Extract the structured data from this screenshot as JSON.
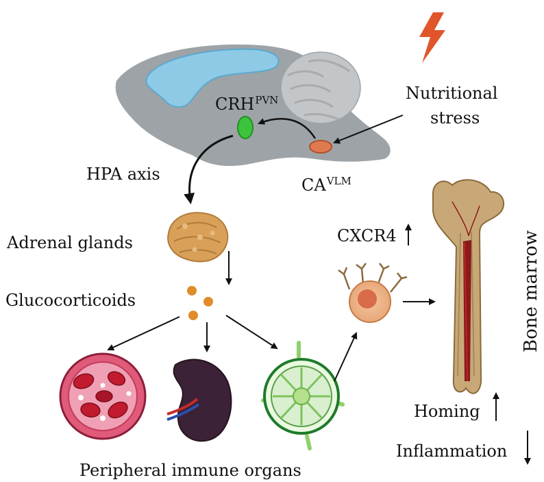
{
  "labels": {
    "crh": "CRH",
    "crh_sup": "PVN",
    "nutritional": "Nutritional",
    "stress": "stress",
    "hpa": "HPA axis",
    "ca": "CA",
    "ca_sup": "VLM",
    "adrenal": "Adrenal glands",
    "glucocorticoids": "Glucocorticoids",
    "cxcr4": "CXCR4",
    "bone_marrow": "Bone marrow",
    "homing": "Homing",
    "inflammation": "Inflammation",
    "peripheral": "Peripheral immune organs"
  },
  "icons": [
    "lightning-icon",
    "brain-illustration",
    "adrenal-gland-icon",
    "blood-vessel-icon",
    "spleen-icon",
    "lymph-node-icon",
    "immune-cell-icon",
    "femur-bone-icon"
  ],
  "colors": {
    "brain": "#9ea3a7",
    "ventricle": "#8ecae6",
    "crh_nucleus": "#3cc43c",
    "ca_nucleus": "#e07a50",
    "hormone": "#e08c2a",
    "lightning": "#e0552a",
    "bone": "#c9a878",
    "marrow": "#8b1a1a"
  }
}
